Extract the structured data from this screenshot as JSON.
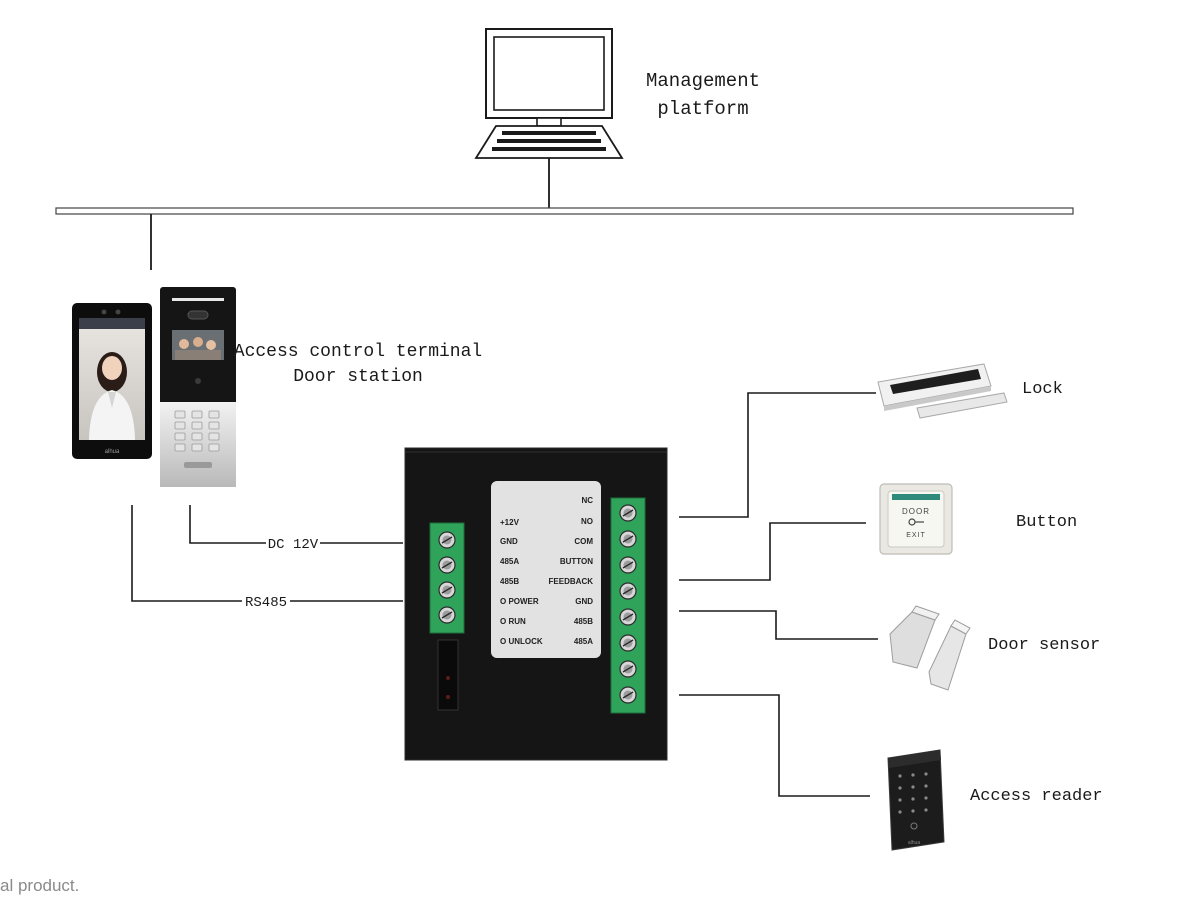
{
  "platform": {
    "label_line1": "Management",
    "label_line2": "platform"
  },
  "terminal": {
    "label_line1": "Access control terminal",
    "label_line2": "Door station",
    "brand": "alhua"
  },
  "lines": {
    "power": "DC 12V",
    "rs485": "RS485"
  },
  "module": {
    "left_labels": [
      "+12V",
      "GND",
      "485A",
      "485B",
      "O POWER",
      "O RUN",
      "O UNLOCK"
    ],
    "right_labels": [
      "NC",
      "NO",
      "COM",
      "BUTTON",
      "FEEDBACK",
      "GND",
      "485B",
      "485A"
    ]
  },
  "devices": {
    "lock": "Lock",
    "button": "Button",
    "button_text_top": "DOOR",
    "button_text_bottom": "EXIT",
    "door_sensor": "Door sensor",
    "access_reader": "Access reader",
    "reader_brand": "alhua"
  },
  "footer": {
    "text": "al product."
  },
  "colors": {
    "line": "#1a1a1a",
    "terminal_green": "#2fa35a",
    "module_body": "#151515"
  }
}
